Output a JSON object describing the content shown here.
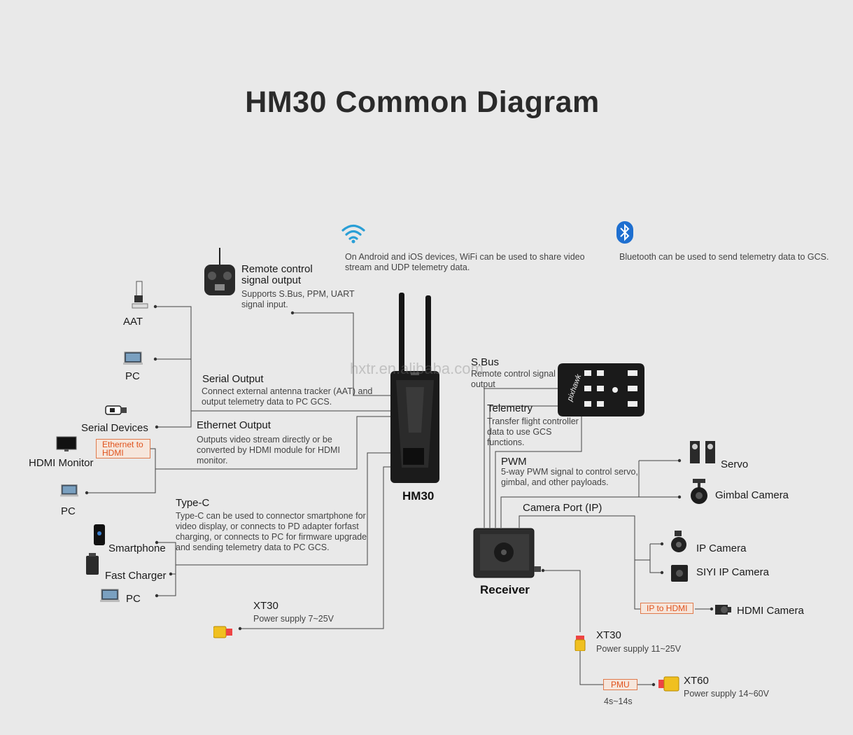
{
  "title": "HM30 Common Diagram",
  "watermark": "hxtr.en.alibaba.com",
  "colors": {
    "background": "#e9e9e9",
    "tag_orange": "#e0521c",
    "wifi": "#2a9fd6",
    "bluetooth": "#1e6fd0"
  },
  "wifi_note": "On Android and iOS devices, WiFi can be used to share video stream and UDP telemetry data.",
  "bluetooth_note": "Bluetooth can be used to send telemetry data to GCS.",
  "hm30": {
    "label": "HM30"
  },
  "receiver": {
    "label": "Receiver"
  },
  "left": {
    "aat": "AAT",
    "pc1": "PC",
    "serial_devices": "Serial Devices",
    "hdmi_monitor": "HDMI Monitor",
    "ethernet_to_hdmi": "Ethernet to HDMI",
    "pc2": "PC",
    "smartphone": "Smartphone",
    "fast_charger": "Fast Charger",
    "pc3": "PC"
  },
  "remote_control": {
    "title": "Remote control signal output",
    "desc": "Supports S.Bus, PPM, UART signal input."
  },
  "serial_output": {
    "title": "Serial Output",
    "desc": "Connect external antenna tracker (AAT) and output telemetry data to PC GCS."
  },
  "ethernet_output": {
    "title": "Ethernet Output",
    "desc": "Outputs video stream directly or be converted by HDMI module for HDMI monitor."
  },
  "typec": {
    "title": "Type-C",
    "desc": "Type-C can be used to connector smartphone for video display, or connects to PD adapter forfast charging, or connects to PC for firmware upgrade and sending telemetry data to PC GCS."
  },
  "xt30_left": {
    "title": "XT30",
    "desc": "Power supply 7~25V"
  },
  "sbus": {
    "title": "S.Bus",
    "desc": "Remote control signal output"
  },
  "telemetry": {
    "title": "Telemetry",
    "desc": "Transfer flight controller data to use GCS functions."
  },
  "pwm": {
    "title": "PWM",
    "desc": "5-way PWM signal to control servo, gimbal, and other payloads."
  },
  "camera_port": {
    "title": "Camera Port (IP)"
  },
  "right": {
    "servo": "Servo",
    "gimbal_camera": "Gimbal Camera",
    "ip_camera": "IP Camera",
    "siyi_ip_camera": "SIYI IP Camera",
    "ip_to_hdmi": "IP to HDMI",
    "hdmi_camera": "HDMI Camera"
  },
  "xt30_right": {
    "title": "XT30",
    "desc": "Power supply  11~25V"
  },
  "pmu": {
    "label": "PMU",
    "cells": "4s~14s"
  },
  "xt60": {
    "title": "XT60",
    "desc": "Power supply 14~60V"
  },
  "flight_controller": {
    "brand": "pixhawk"
  }
}
